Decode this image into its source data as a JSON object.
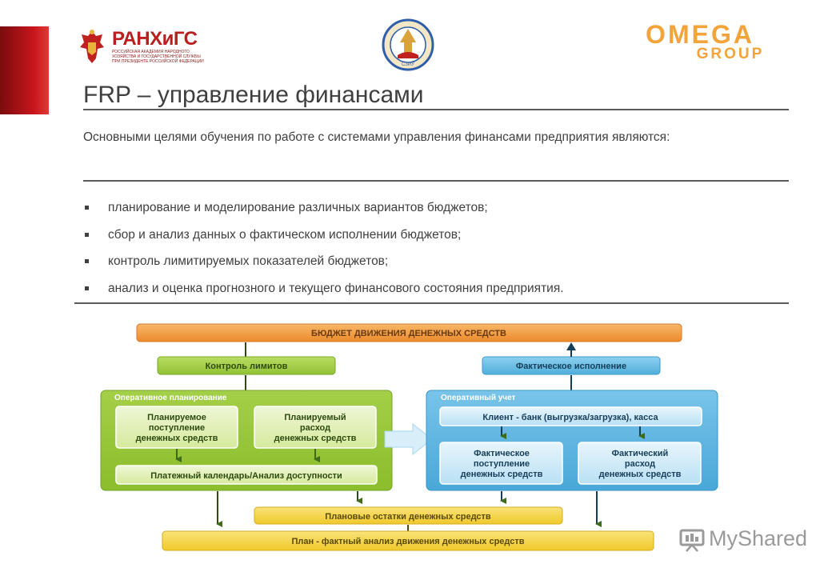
{
  "header": {
    "ranepa_name": "РАНХиГС",
    "ranepa_subtitle": "Российская академия народного хозяйства и государственной службы при Президенте Российской Федерации",
    "seal_label": "СЗИУ",
    "omega_line1": "OMEGA",
    "omega_line2": "GROUP",
    "omega_color": "#f2a33a"
  },
  "title": "FRP – управление финансами",
  "intro": "Основными целями обучения по работе с системами управления финансами предприятия являются:",
  "bullets": [
    "планирование и моделирование различных вариантов бюджетов;",
    "сбор и анализ данных о фактическом исполнении бюджетов;",
    "контроль лимитируемых показателей бюджетов;",
    "анализ и оценка прогнозного и текущего финансового состояния предприятия."
  ],
  "diagram": {
    "budget": "БЮДЖЕТ ДВИЖЕНИЯ ДЕНЕЖНЫХ СРЕДСТВ",
    "limit_control": "Контроль лимитов",
    "actual_execution": "Фактическое исполнение",
    "op_planning": "Оперативное планирование",
    "planned_income": [
      "Планируемое",
      "поступление",
      "денежных средств"
    ],
    "planned_expense": [
      "Планируемый",
      "расход",
      "денежных средств"
    ],
    "payment_calendar": "Платежный календарь/Анализ доступности",
    "op_accounting": "Оперативный учет",
    "client_bank": "Клиент - банк (выгрузка/загрузка), касса",
    "actual_income": [
      "Фактическое",
      "поступление",
      "денежных средств"
    ],
    "actual_expense": [
      "Фактический",
      "расход",
      "денежных средств"
    ],
    "planned_balances": "Плановые остатки денежных средств",
    "plan_fact": "План - фактный анализ движения денежных средств",
    "colors": {
      "orange": "#f0953a",
      "green": "#9ccb3b",
      "blue": "#5bb6e0",
      "yellow": "#f4d23a"
    }
  },
  "watermark": "MyShared"
}
